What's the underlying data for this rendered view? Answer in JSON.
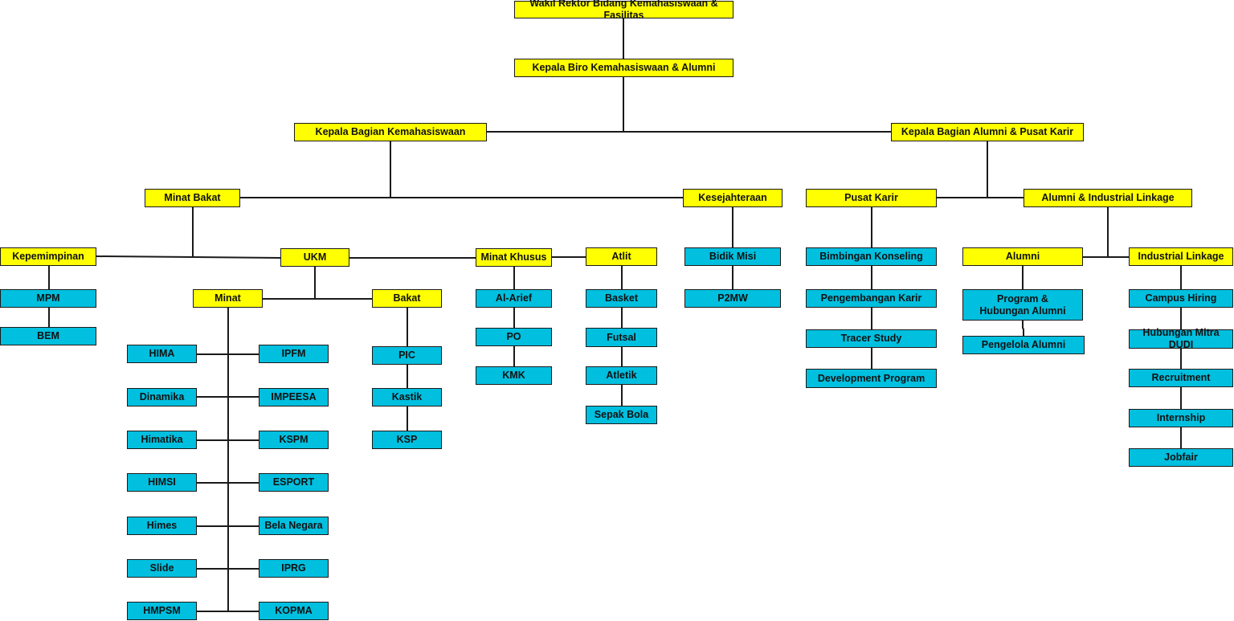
{
  "colors": {
    "leadership": "#ffff00",
    "unit": "#00bfdf",
    "line": "#1a1a1a"
  },
  "nodes": {
    "wakil_rektor": "Wakil Rektor Bidang Kemahasiswaan & Fasilitas",
    "kepala_biro": "Kepala Biro Kemahasiswaan & Alumni",
    "kabag_kemahasiswaan": "Kepala Bagian Kemahasiswaan",
    "kabag_alumni": "Kepala Bagian Alumni & Pusat Karir",
    "minat_bakat": "Minat Bakat",
    "kesejahteraan": "Kesejahteraan",
    "pusat_karir": "Pusat Karir",
    "alumni_industrial": "Alumni & Industrial Linkage",
    "kepemimpinan": "Kepemimpinan",
    "ukm": "UKM",
    "minat_khusus": "Minat Khusus",
    "atlit": "Atlit",
    "bidik_misi": "Bidik Misi",
    "p2mw": "P2MW",
    "bimbingan_konseling": "Bimbingan Konseling",
    "pengembangan_karir": "Pengembangan Karir",
    "tracer_study": "Tracer Study",
    "development_program": "Development Program",
    "alumni": "Alumni",
    "industrial_linkage": "Industrial Linkage",
    "program_hubungan_alumni": "Program & Hubungan Alumni",
    "pengelola_alumni": "Pengelola Alumni",
    "campus_hiring": "Campus Hiring",
    "hubungan_mitra_dudi": "Hubungan Mitra DUDI",
    "recruitment": "Recruitment",
    "internship": "Internship",
    "jobfair": "Jobfair",
    "mpm": "MPM",
    "bem": "BEM",
    "minat": "Minat",
    "bakat": "Bakat",
    "pic": "PIC",
    "kastik": "Kastik",
    "ksp": "KSP",
    "al_arief": "Al-Arief",
    "po": "PO",
    "kmk": "KMK",
    "basket": "Basket",
    "futsal": "Futsal",
    "atletik": "Atletik",
    "sepak_bola": "Sepak Bola",
    "hima": "HIMA",
    "dinamika": "Dinamika",
    "himatika": "Himatika",
    "himsi": "HIMSI",
    "himes": "Himes",
    "slide": "Slide",
    "hmpsm": "HMPSM",
    "ipfm": "IPFM",
    "impeesa": "IMPEESA",
    "kspm": "KSPM",
    "esport": "ESPORT",
    "bela_negara": "Bela Negara",
    "iprg": "IPRG",
    "kopma": "KOPMA"
  },
  "edges": [
    [
      "wakil_rektor",
      "kepala_biro"
    ],
    [
      "kepala_biro",
      "kabag_kemahasiswaan"
    ],
    [
      "kepala_biro",
      "kabag_alumni"
    ],
    [
      "kabag_kemahasiswaan",
      "minat_bakat"
    ],
    [
      "kabag_kemahasiswaan",
      "kesejahteraan"
    ],
    [
      "kabag_alumni",
      "pusat_karir"
    ],
    [
      "kabag_alumni",
      "alumni_industrial"
    ],
    [
      "minat_bakat",
      "kepemimpinan"
    ],
    [
      "minat_bakat",
      "ukm"
    ],
    [
      "ukm",
      "minat_khusus"
    ],
    [
      "minat_khusus",
      "atlit"
    ],
    [
      "ukm",
      "minat"
    ],
    [
      "ukm",
      "bakat"
    ],
    [
      "kepemimpinan",
      "mpm"
    ],
    [
      "mpm",
      "bem"
    ],
    [
      "bakat",
      "pic"
    ],
    [
      "pic",
      "kastik"
    ],
    [
      "kastik",
      "ksp"
    ],
    [
      "minat_khusus",
      "al_arief"
    ],
    [
      "al_arief",
      "po"
    ],
    [
      "po",
      "kmk"
    ],
    [
      "atlit",
      "basket"
    ],
    [
      "basket",
      "futsal"
    ],
    [
      "futsal",
      "atletik"
    ],
    [
      "atletik",
      "sepak_bola"
    ],
    [
      "kesejahteraan",
      "bidik_misi"
    ],
    [
      "bidik_misi",
      "p2mw"
    ],
    [
      "pusat_karir",
      "bimbingan_konseling"
    ],
    [
      "bimbingan_konseling",
      "pengembangan_karir"
    ],
    [
      "pengembangan_karir",
      "tracer_study"
    ],
    [
      "tracer_study",
      "development_program"
    ],
    [
      "alumni_industrial",
      "alumni"
    ],
    [
      "alumni_industrial",
      "industrial_linkage"
    ],
    [
      "alumni",
      "program_hubungan_alumni"
    ],
    [
      "program_hubungan_alumni",
      "pengelola_alumni"
    ],
    [
      "industrial_linkage",
      "campus_hiring"
    ],
    [
      "campus_hiring",
      "hubungan_mitra_dudi"
    ],
    [
      "hubungan_mitra_dudi",
      "recruitment"
    ],
    [
      "recruitment",
      "internship"
    ],
    [
      "internship",
      "jobfair"
    ],
    [
      "minat",
      "hima"
    ],
    [
      "minat",
      "dinamika"
    ],
    [
      "minat",
      "himatika"
    ],
    [
      "minat",
      "himsi"
    ],
    [
      "minat",
      "himes"
    ],
    [
      "minat",
      "slide"
    ],
    [
      "minat",
      "hmpsm"
    ],
    [
      "minat",
      "ipfm"
    ],
    [
      "minat",
      "impeesa"
    ],
    [
      "minat",
      "kspm"
    ],
    [
      "minat",
      "esport"
    ],
    [
      "minat",
      "bela_negara"
    ],
    [
      "minat",
      "iprg"
    ],
    [
      "minat",
      "kopma"
    ]
  ]
}
